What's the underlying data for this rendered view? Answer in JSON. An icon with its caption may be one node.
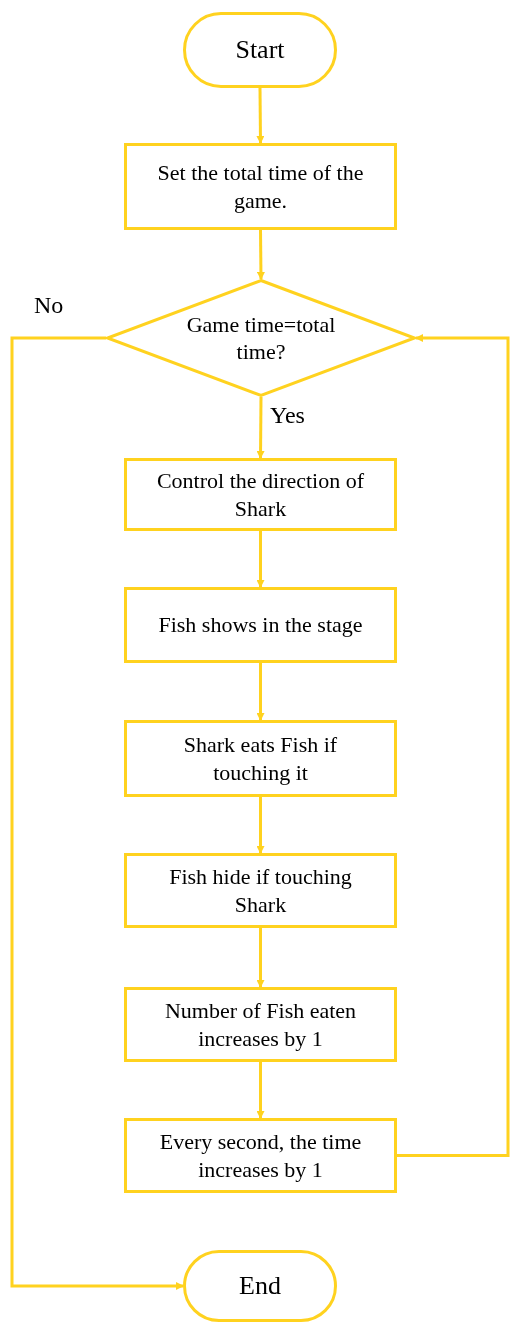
{
  "diagram": {
    "nodes": [
      {
        "text": [
          "Start"
        ]
      },
      {
        "text": [
          "Set the total time of the game."
        ]
      },
      {
        "text": [
          "Game time=total time?"
        ]
      },
      {
        "text": [
          "Control the direction of Shark"
        ]
      },
      {
        "text": [
          "Fish shows in the stage"
        ]
      },
      {
        "text": [
          "Shark eats Fish if touching it"
        ]
      },
      {
        "text": [
          "Fish hide if touching Shark"
        ]
      },
      {
        "text": [
          "Number of Fish eaten increases by 1"
        ]
      },
      {
        "text": [
          "Every second, the time increases by 1"
        ]
      },
      {
        "text": [
          "End"
        ]
      }
    ],
    "edges": [
      {
        "from": 0,
        "to": 1,
        "arrow": "to"
      },
      {
        "from": 1,
        "to": 2,
        "arrow": "to"
      },
      {
        "from": 2,
        "to": 3,
        "arrow": "to",
        "label": "Yes"
      },
      {
        "from": 3,
        "to": 4,
        "arrow": "to"
      },
      {
        "from": 4,
        "to": 5,
        "arrow": "to"
      },
      {
        "from": 5,
        "to": 6,
        "arrow": "to"
      },
      {
        "from": 6,
        "to": 7,
        "arrow": "to"
      },
      {
        "from": 7,
        "to": 8,
        "arrow": "to"
      },
      {
        "from": 8,
        "to": 2,
        "arrow": "to"
      },
      {
        "from": 2,
        "to": 9,
        "arrow": "to",
        "label": "No"
      }
    ]
  }
}
